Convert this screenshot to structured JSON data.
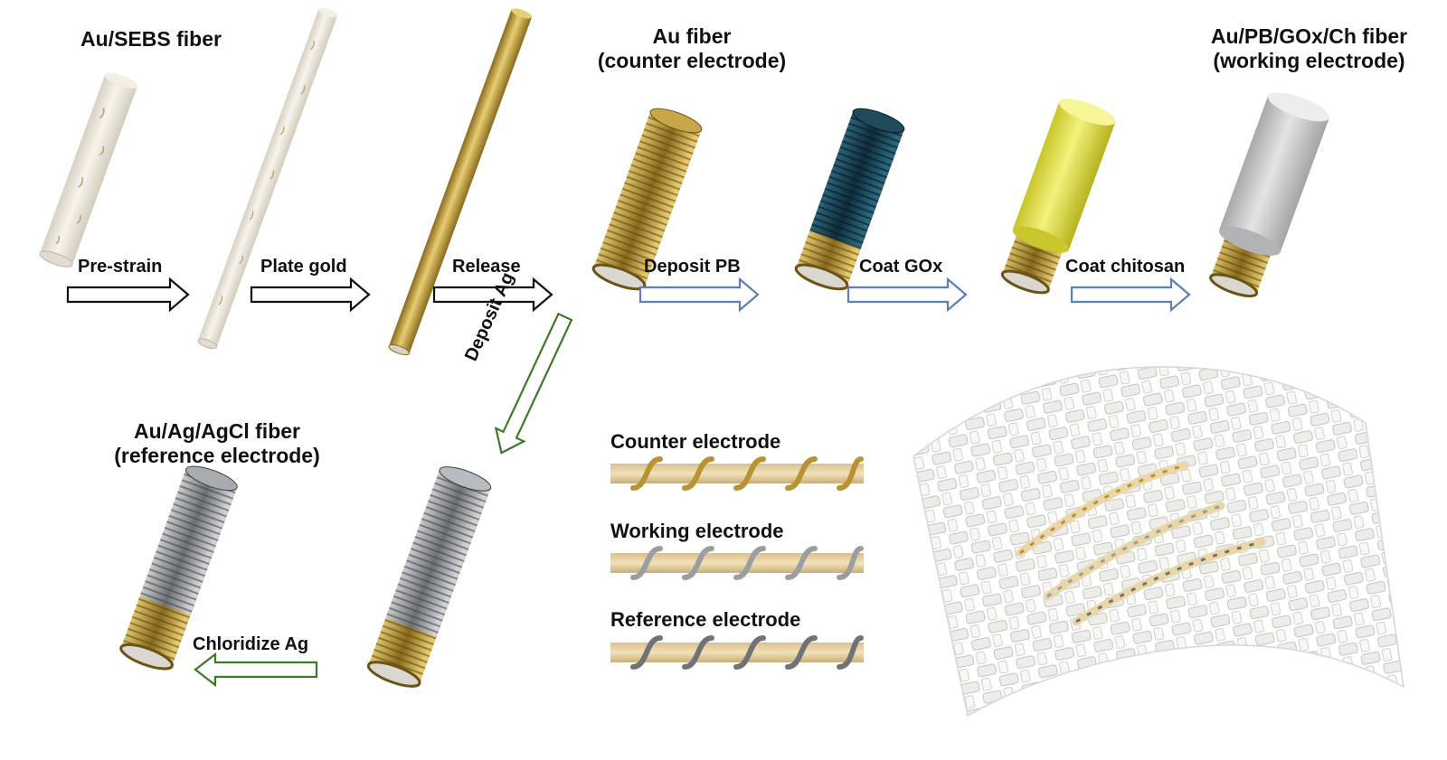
{
  "titles": {
    "au_sebs": "Au/SEBS fiber",
    "au_fiber_1": "Au fiber",
    "au_fiber_2": "(counter electrode)",
    "working_1": "Au/PB/GOx/Ch fiber",
    "working_2": "(working electrode)",
    "reference_1": "Au/Ag/AgCl fiber",
    "reference_2": "(reference electrode)"
  },
  "steps": {
    "pre_strain": "Pre-strain",
    "plate_gold": "Plate gold",
    "release": "Release",
    "deposit_pb": "Deposit PB",
    "coat_gox": "Coat GOx",
    "coat_chitosan": "Coat chitosan",
    "deposit_ag": "Deposit Ag",
    "chloridize_ag": "Chloridize Ag"
  },
  "legend": {
    "counter": "Counter electrode",
    "working": "Working electrode",
    "reference": "Reference electrode"
  },
  "colors": {
    "gold": "#b8932f",
    "gold_light": "#e6c772",
    "silver": "#9a9ea3",
    "prussian_blue": "#1d4a5e",
    "gox_yellow": "#e4e24a",
    "chitosan_gray": "#c8c9c9",
    "sebs_white": "#eee9dc",
    "arrow_black": "#111111",
    "arrow_blue": "#5b7fb8",
    "arrow_green": "#3c7a2a",
    "textile": "#f0f0ee"
  }
}
